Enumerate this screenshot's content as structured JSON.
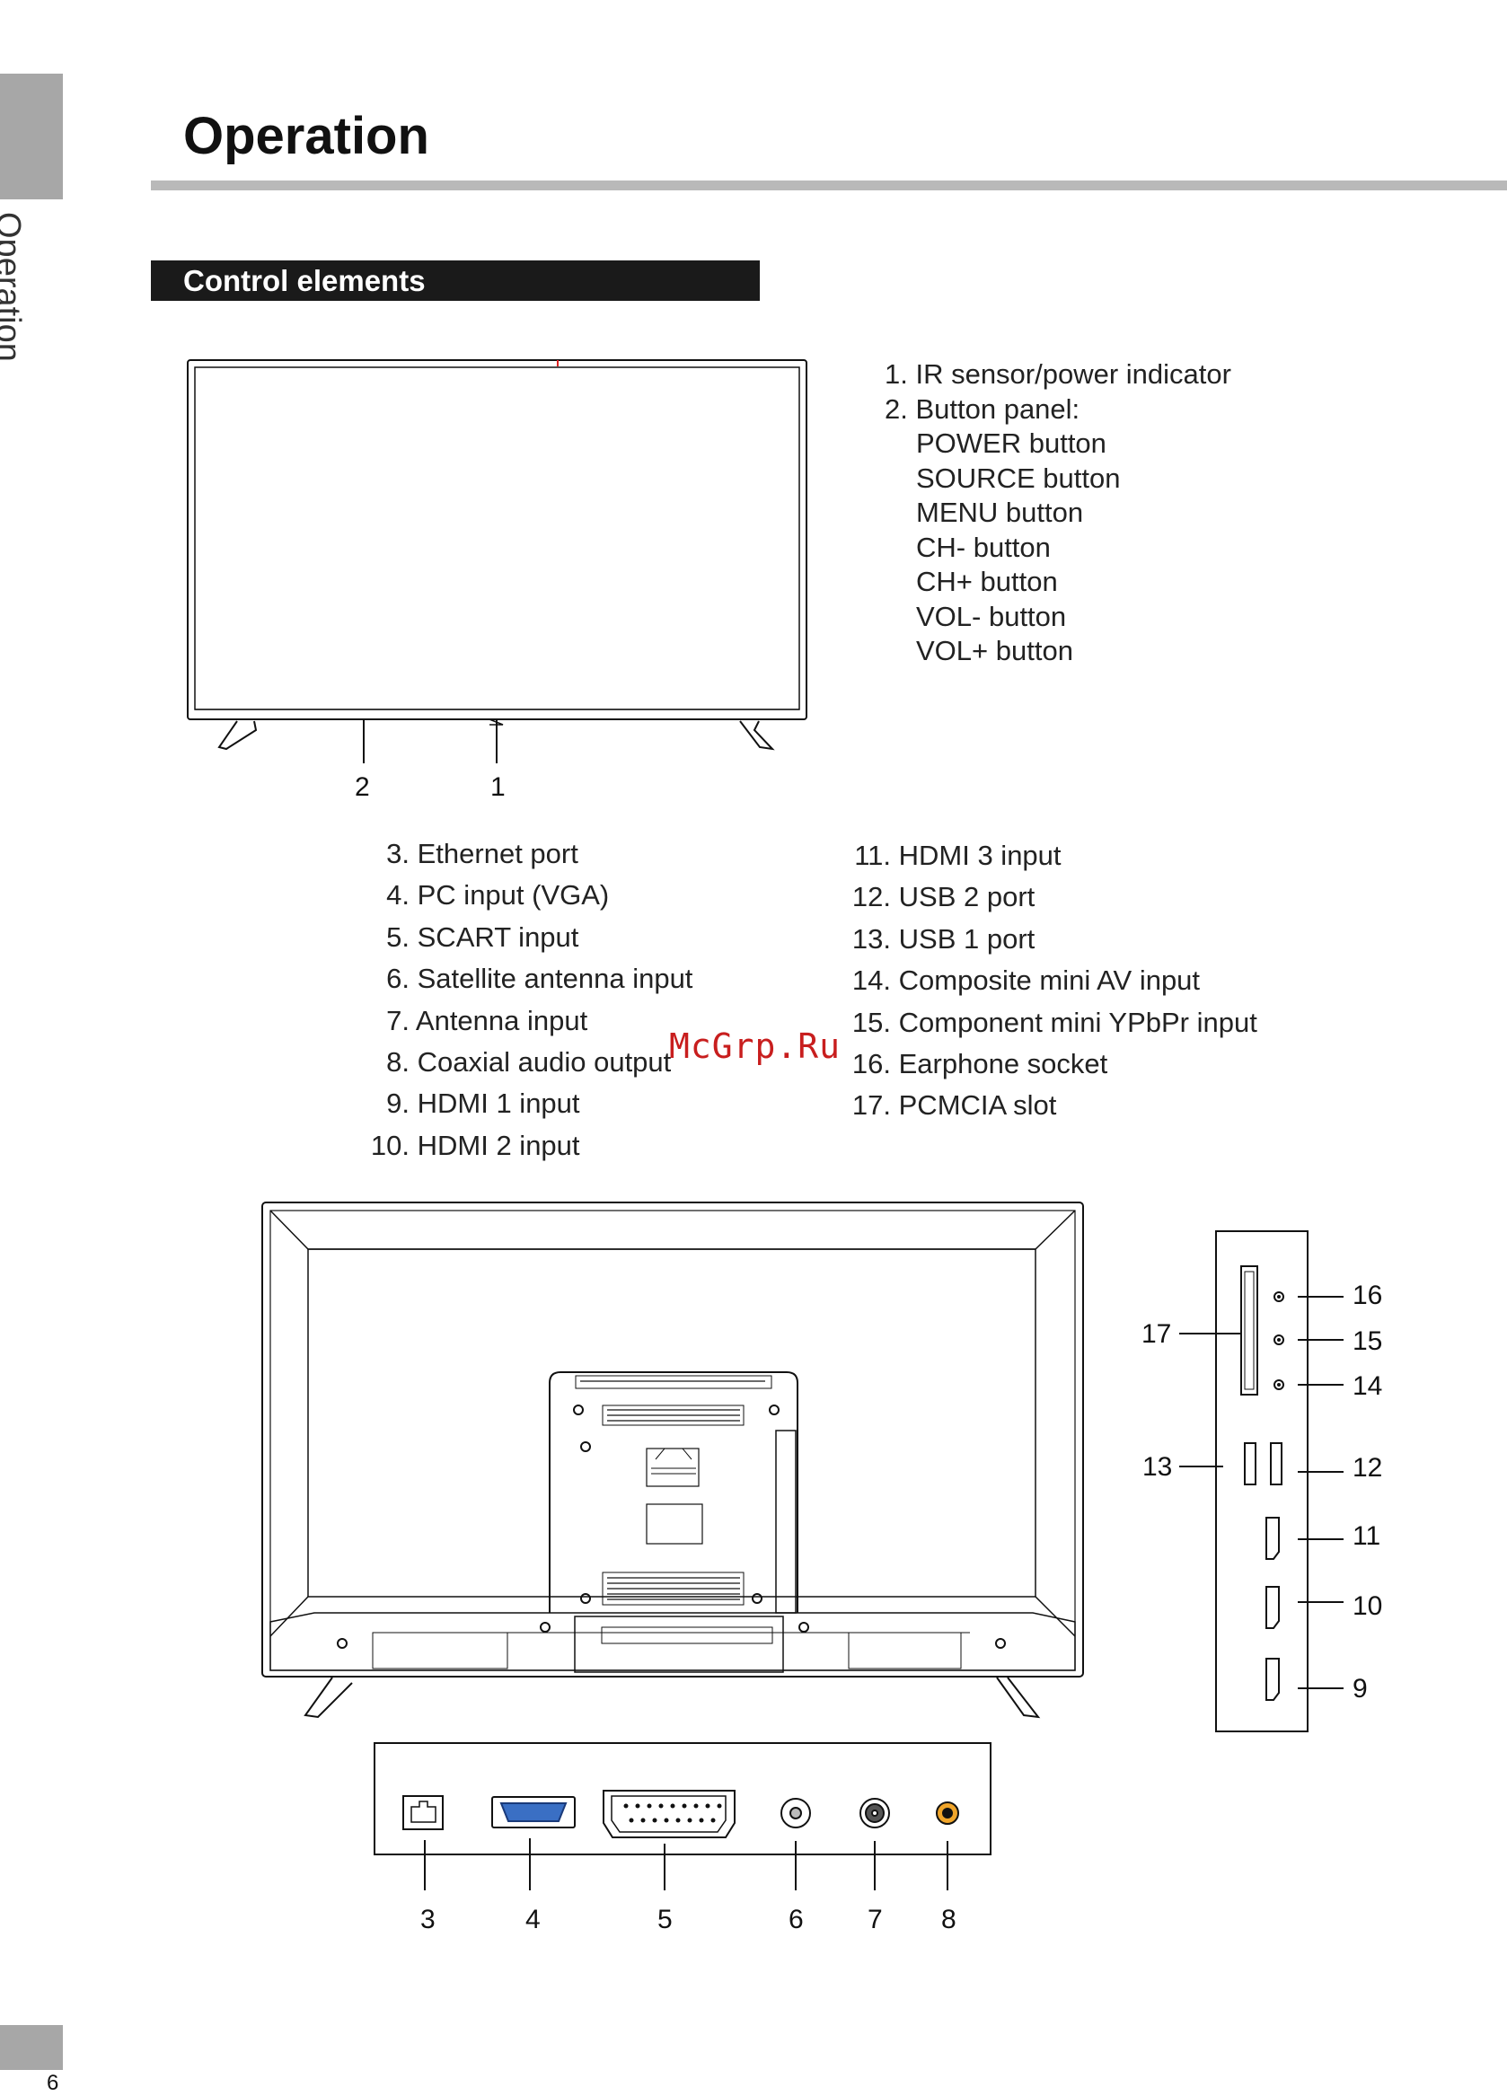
{
  "side_label": "Operation",
  "page_number": "6",
  "page_title": "Operation",
  "section_title": "Control elements",
  "front_items": [
    "1. IR sensor/power indicator",
    "2. Button panel:"
  ],
  "button_panel": [
    "POWER button",
    "SOURCE button",
    "MENU button",
    "CH- button",
    "CH+ button",
    "VOL- button",
    "VOL+ button"
  ],
  "ports_left": [
    {
      "num": "3.",
      "label": "Ethernet port"
    },
    {
      "num": "4.",
      "label": "PC input (VGA)"
    },
    {
      "num": "5.",
      "label": "SCART input"
    },
    {
      "num": "6.",
      "label": "Satellite antenna input"
    },
    {
      "num": "7.",
      "label": "Antenna input"
    },
    {
      "num": "8.",
      "label": "Coaxial audio output"
    },
    {
      "num": "9.",
      "label": "HDMI 1 input"
    },
    {
      "num": "10.",
      "label": "HDMI 2 input"
    }
  ],
  "ports_right": [
    {
      "num": "11.",
      "label": "HDMI 3 input"
    },
    {
      "num": "12.",
      "label": "USB 2 port"
    },
    {
      "num": "13.",
      "label": "USB 1 port"
    },
    {
      "num": "14.",
      "label": "Composite mini AV input"
    },
    {
      "num": "15.",
      "label": "Component mini YPbPr input"
    },
    {
      "num": "16.",
      "label": "Earphone socket"
    },
    {
      "num": "17.",
      "label": "PCMCIA slot"
    }
  ],
  "callouts": {
    "front": [
      "2",
      "1"
    ],
    "bottom_panel": [
      "3",
      "4",
      "5",
      "6",
      "7",
      "8"
    ],
    "side_panel": [
      "16",
      "15",
      "14",
      "17",
      "13",
      "12",
      "11",
      "10",
      "9"
    ]
  },
  "watermark": "McGrp.Ru"
}
